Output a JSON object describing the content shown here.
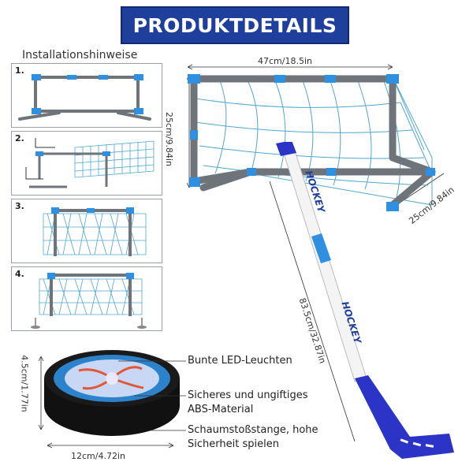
{
  "banner": {
    "title": "PRODUKTDETAILS"
  },
  "installation": {
    "title": "Installationshinweise",
    "steps": [
      "1.",
      "2.",
      "3.",
      "4."
    ]
  },
  "dimensions": {
    "goal_width": "47cm/18.5in",
    "goal_height": "25cm/9.84in",
    "goal_depth": "25cm/9.84in",
    "stick_length": "83.5cm/32.87in",
    "puck_height": "4.5cm/1.77in",
    "puck_diameter": "12cm/4.72in"
  },
  "features": {
    "led": "Bunte LED-Leuchten",
    "abs_line1": "Sicheres und ungiftiges",
    "abs_line2": "ABS-Material",
    "foam_line1": "Schaumstoßstange, hohe",
    "foam_line2": "Sicherheit spielen"
  },
  "stick": {
    "brand": "HOCKEY"
  },
  "colors": {
    "banner_bg": "#1f3f9c",
    "frame_gray": "#6f747b",
    "joint_blue": "#2f8fe0",
    "net_blue": "#4fa7cf",
    "blade_blue": "#2b34c7"
  }
}
